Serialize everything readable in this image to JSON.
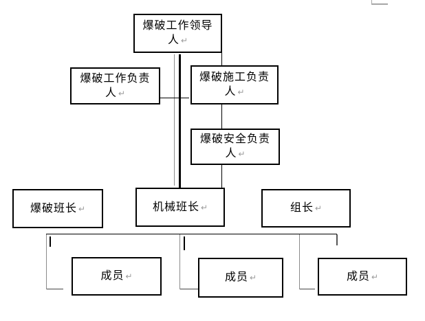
{
  "return_mark": "↵",
  "chart": {
    "type": "org-chart",
    "boxes": {
      "leader": {
        "label": "爆破工作领导人",
        "lines": [
          "爆破工作领导",
          "人"
        ]
      },
      "work_manager": {
        "label": "爆破工作负责人",
        "lines": [
          "爆破工作负责",
          "人"
        ]
      },
      "construction_manager": {
        "label": "爆破施工负责人",
        "lines": [
          "爆破施工负责",
          "人"
        ]
      },
      "safety_manager": {
        "label": "爆破安全负责人",
        "lines": [
          "爆破安全负责",
          "人"
        ]
      },
      "blasting_foreman": {
        "label": "爆破班长",
        "lines": [
          "爆破班长"
        ]
      },
      "machinery_foreman": {
        "label": "机械班长",
        "lines": [
          "机械班长"
        ]
      },
      "group_leader": {
        "label": "组长",
        "lines": [
          "组长"
        ]
      },
      "member_1": {
        "label": "成员",
        "lines": [
          "成员"
        ]
      },
      "member_2": {
        "label": "成员",
        "lines": [
          "成员"
        ]
      },
      "member_3": {
        "label": "成员",
        "lines": [
          "成员"
        ]
      }
    },
    "edges": [
      {
        "from": "leader",
        "to": "machinery_foreman",
        "style": "double-vertical-trunk"
      },
      {
        "from": "leader",
        "to": "construction_manager",
        "style": "vertical"
      },
      {
        "from": "construction_manager",
        "to": "safety_manager",
        "style": "vertical"
      },
      {
        "from": "safety_manager",
        "to": "machinery_foreman",
        "style": "vertical"
      },
      {
        "from": "work_manager",
        "to": "trunk",
        "style": "horizontal-cross"
      },
      {
        "from": "foremen-row-line",
        "to": "member_1",
        "style": "elbow"
      },
      {
        "from": "foremen-row-line",
        "to": "member_2",
        "style": "elbow"
      },
      {
        "from": "foremen-row-line",
        "to": "member_3",
        "style": "elbow"
      }
    ],
    "colors": {
      "box_border": "#000000",
      "text": "#000000",
      "trunk_black": "#000000",
      "trunk_gray": "#8a8a8a",
      "return_mark_gray": "#9a9a9a",
      "background": "#ffffff"
    }
  }
}
